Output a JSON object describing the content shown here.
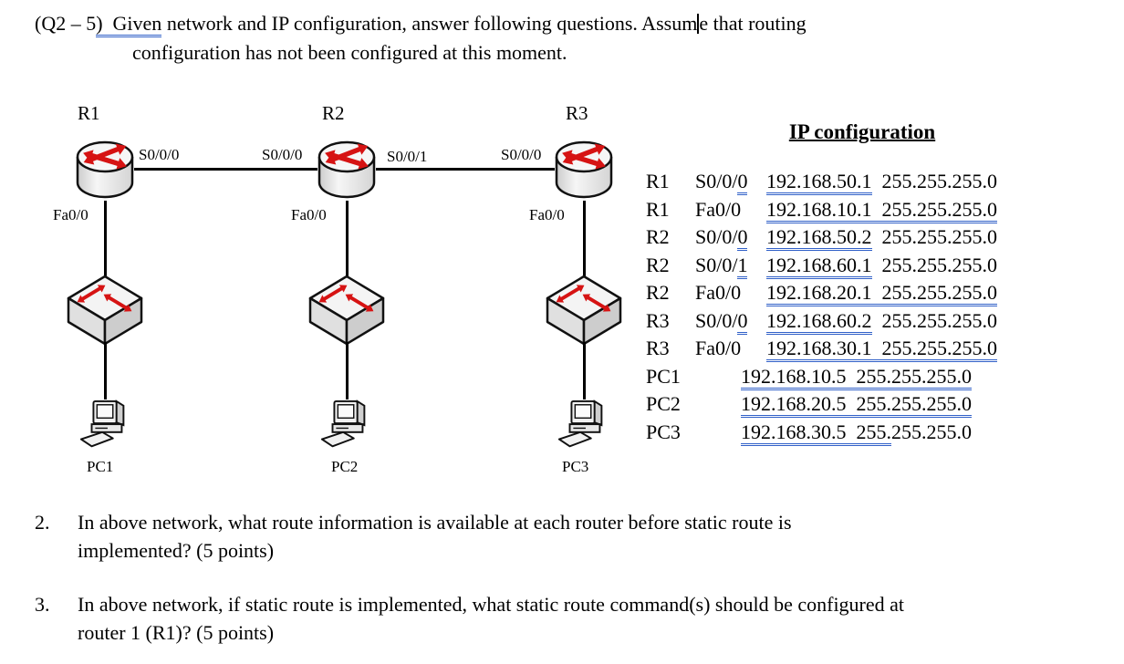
{
  "colors": {
    "grammar_underline": "#3060c8",
    "arrow_red": "#d61313"
  },
  "heading": {
    "pre": "(Q2 – 5",
    "underlined": ")  Given",
    "mid": " network and IP configuration, answer following questions. Assum",
    "end": "e that routing",
    "line2": "configuration has not been configured at this moment."
  },
  "diagram": {
    "routers": [
      {
        "name": "R1",
        "fa": "Fa0/0"
      },
      {
        "name": "R2",
        "fa": "Fa0/0"
      },
      {
        "name": "R3",
        "fa": "Fa0/0"
      }
    ],
    "serial_labels": [
      "S0/0/0",
      "S0/0/0",
      "S0/0/1",
      "S0/0/0"
    ],
    "pcs": [
      "PC1",
      "PC2",
      "PC3"
    ]
  },
  "ip_table": {
    "title": "IP configuration",
    "rows": [
      {
        "dev": "R1",
        "iface_pre": "S0/0/",
        "iface_u": "0",
        "pc": false,
        "segs": [
          {
            "t": "192.168.50.1",
            "u": true
          },
          {
            "t": "  255.255.255.0",
            "u": false
          }
        ]
      },
      {
        "dev": "R1",
        "iface_pre": "Fa0/0",
        "iface_u": "",
        "pc": false,
        "segs": [
          {
            "t": "192.168.10.1  255.255.255.0",
            "u": true
          }
        ]
      },
      {
        "dev": "R2",
        "iface_pre": "S0/0/",
        "iface_u": "0",
        "pc": false,
        "segs": [
          {
            "t": "192.168.50.2",
            "u": true
          },
          {
            "t": "  255.255.255.0",
            "u": false
          }
        ]
      },
      {
        "dev": "R2",
        "iface_pre": "S0/0/",
        "iface_u": "1",
        "pc": false,
        "segs": [
          {
            "t": "192.168.60.1",
            "u": true
          },
          {
            "t": "  255.255.255.0",
            "u": false
          }
        ]
      },
      {
        "dev": "R2",
        "iface_pre": "Fa0/0",
        "iface_u": "",
        "pc": false,
        "segs": [
          {
            "t": "192.168.20.1  255.255.255.0",
            "u": true
          }
        ]
      },
      {
        "dev": "R3",
        "iface_pre": "S0/0/",
        "iface_u": "0",
        "pc": false,
        "segs": [
          {
            "t": "192.168.60.2",
            "u": true
          },
          {
            "t": "  255.255.255.0",
            "u": false
          }
        ]
      },
      {
        "dev": "R3",
        "iface_pre": "Fa0/0",
        "iface_u": "",
        "pc": false,
        "segs": [
          {
            "t": "192.168.30.1  255.255.255.0",
            "u": true
          }
        ]
      },
      {
        "dev": "PC1",
        "iface_pre": "",
        "iface_u": "",
        "pc": true,
        "segs": [
          {
            "t": "192.168.10.5  255.255.255.0",
            "u": true
          }
        ]
      },
      {
        "dev": "PC2",
        "iface_pre": "",
        "iface_u": "",
        "pc": true,
        "segs": [
          {
            "t": "192.168.20.5  255.255.255.0",
            "u": true
          }
        ]
      },
      {
        "dev": "PC3",
        "iface_pre": "",
        "iface_u": "",
        "pc": true,
        "segs": [
          {
            "t": "192.168.30.5  255.",
            "u": true
          },
          {
            "t": "255.255.0",
            "u": false
          }
        ]
      }
    ]
  },
  "questions": [
    {
      "num": "2.",
      "lines": [
        "In above network, what route information is available at each router before static route is",
        "implemented? (5 points)"
      ]
    },
    {
      "num": "3.",
      "lines": [
        "In above network, if static route is implemented, what static route command(s) should be configured at",
        "router 1 (R1)? (5 points)"
      ]
    }
  ]
}
